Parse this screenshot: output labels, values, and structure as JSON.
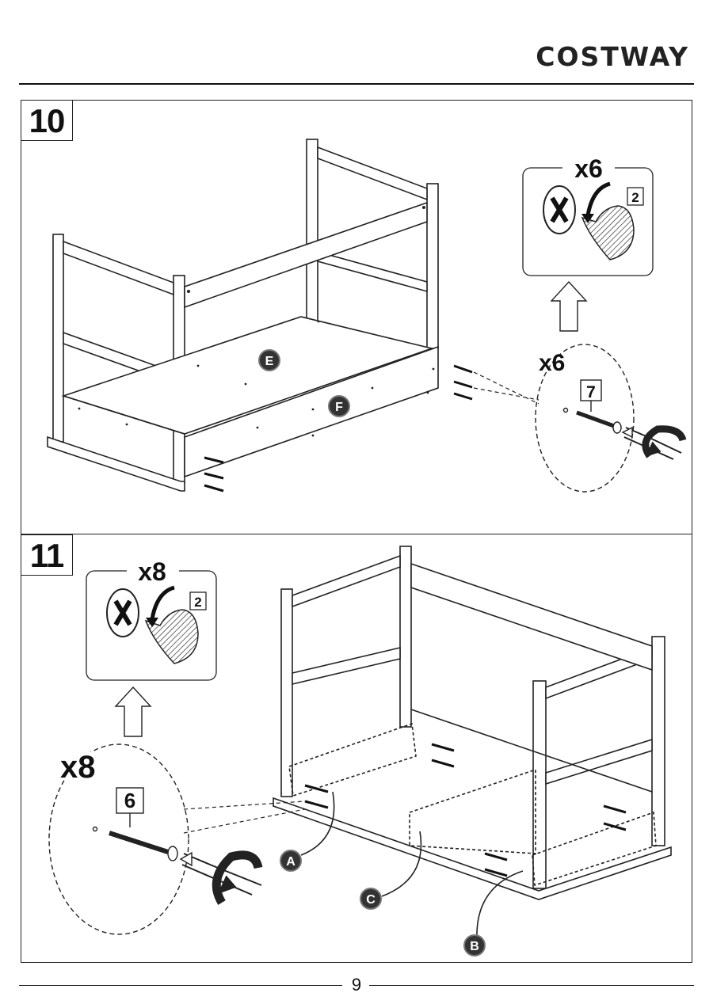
{
  "header": {
    "brand": "COSTWAY"
  },
  "steps": [
    {
      "number": "10",
      "panel_labels": [
        "E",
        "F"
      ],
      "callout": {
        "qty": "x6",
        "screw_part": "7"
      },
      "cap_detail": {
        "qty": "x6",
        "cap_part": "2"
      }
    },
    {
      "number": "11",
      "panel_labels": [
        "A",
        "C",
        "B"
      ],
      "callout": {
        "qty": "x8",
        "screw_part": "6"
      },
      "cap_detail": {
        "qty": "x8",
        "cap_part": "2"
      }
    }
  ],
  "footer": {
    "page_number": "9"
  }
}
